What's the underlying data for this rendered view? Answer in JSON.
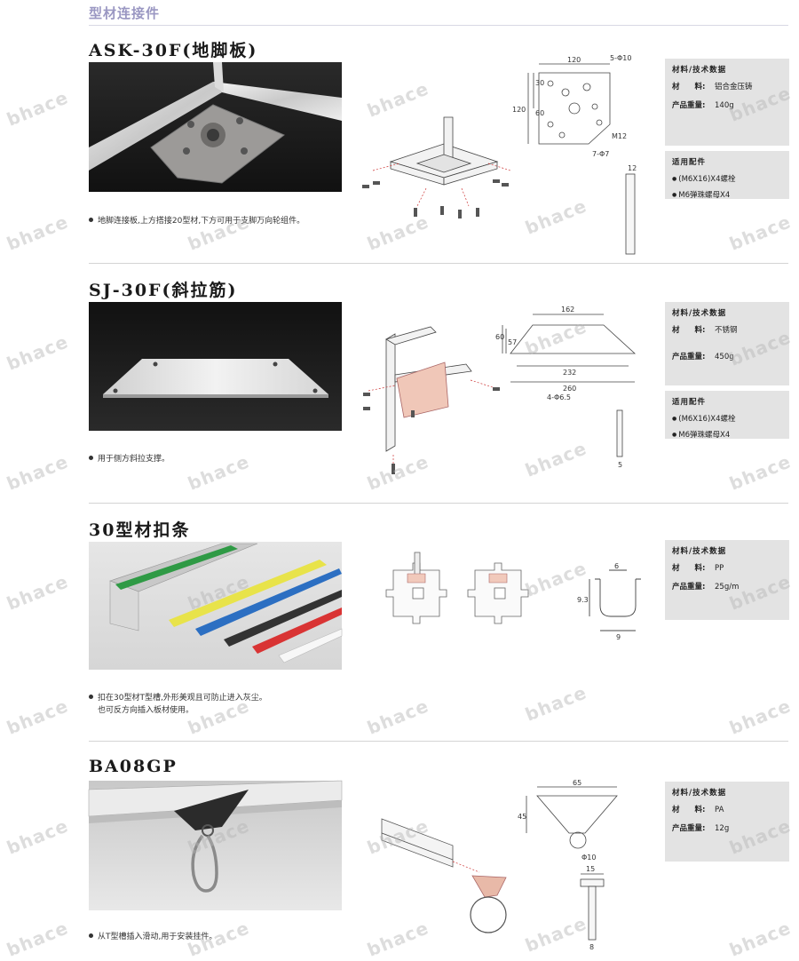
{
  "page": {
    "header": "型材连接件",
    "watermark": "bhace"
  },
  "sections": [
    {
      "title": "ASK-30F(地脚板)",
      "note": [
        "地脚连接板,上方搭接20型材,下方可用于支脚万向轮组件。"
      ],
      "dims": {
        "w1": "120",
        "w2": "30",
        "h1": "120",
        "h2": "60",
        "holes1": "5-Φ10",
        "thread": "M12",
        "holes2": "7-Φ7",
        "side": "12"
      },
      "spec": {
        "heading": "材料/技术数据",
        "material_label": "材　　料:",
        "material": "铝合金压铸",
        "weight_label": "产品重量:",
        "weight": "140g",
        "acc_heading": "适用配件",
        "accessories": [
          "(M6X16)X4螺栓",
          "M6弹珠螺母X4"
        ]
      }
    },
    {
      "title": "SJ-30F(斜拉筋)",
      "note": [
        "用于侧方斜拉支撑。"
      ],
      "dims": {
        "top": "162",
        "h1": "60",
        "h2": "57",
        "mid": "232",
        "bottom": "260",
        "holes": "4-Φ6.5",
        "side": "5"
      },
      "spec": {
        "heading": "材料/技术数据",
        "material_label": "材　　料:",
        "material": "不锈钢",
        "weight_label": "产品重量:",
        "weight": "450g",
        "acc_heading": "适用配件",
        "accessories": [
          "(M6X16)X4螺栓",
          "M6弹珠螺母X4"
        ]
      }
    },
    {
      "title": "30型材扣条",
      "note": [
        "扣在30型材T型槽,外形美观且可防止进入灰尘。",
        "也可反方向插入板材使用。"
      ],
      "dims": {
        "top": "6",
        "height": "9.3",
        "bottom": "9"
      },
      "spec": {
        "heading": "材料/技术数据",
        "material_label": "材　　料:",
        "material": "PP",
        "weight_label": "产品重量:",
        "weight": "25g/m"
      }
    },
    {
      "title": "BA08GP",
      "note": [
        "从T型槽插入滑动,用于安装挂件。"
      ],
      "dims": {
        "width": "65",
        "height": "45",
        "ring": "Φ10",
        "stem": "15",
        "base": "8"
      },
      "spec": {
        "heading": "材料/技术数据",
        "material_label": "材　　料:",
        "material": "PA",
        "weight_label": "产品重量:",
        "weight": "12g"
      }
    }
  ],
  "colors": {
    "header": "#9a97c2",
    "spec_bg": "#e3e3e3",
    "strip_colors": [
      "#2f9a45",
      "#e8e34a",
      "#2c6fc2",
      "#333333",
      "#d93434",
      "#f2f2f2"
    ]
  }
}
